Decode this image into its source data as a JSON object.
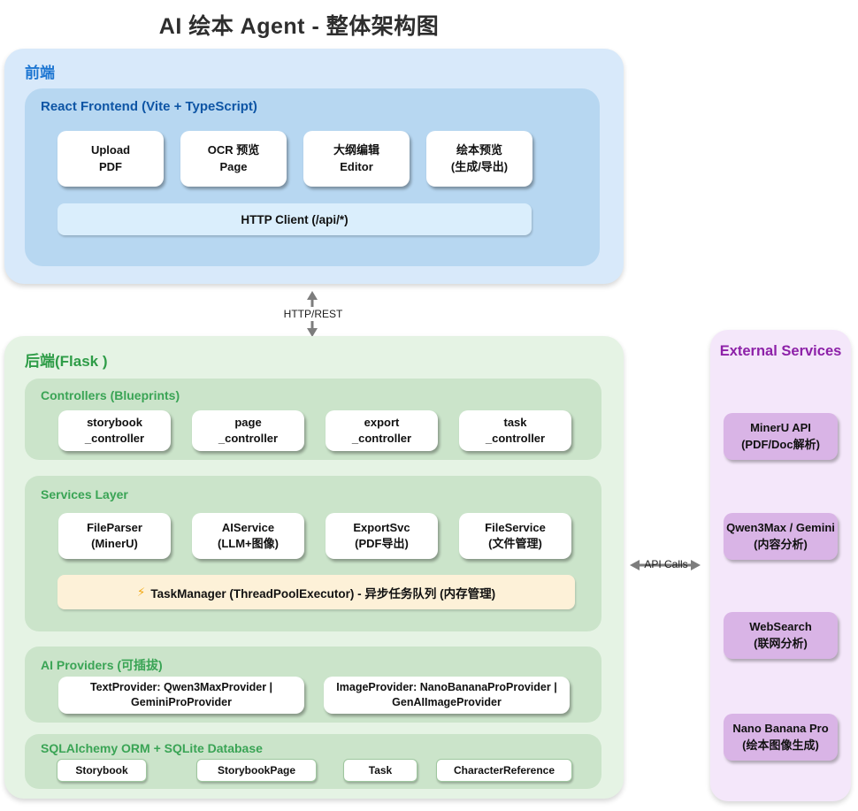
{
  "title": "AI 绘本 Agent - 整体架构图",
  "colors": {
    "frontend_panel": "#d8e9fa",
    "frontend_inner": "#b7d7f1",
    "frontend_accent": "#1d76d2",
    "backend_panel": "#e5f3e4",
    "backend_section": "#cbe4ca",
    "backend_accent": "#2e9c47",
    "task_manager_bg": "#fdf1d8",
    "external_panel": "#f4e7fa",
    "external_box": "#d9b4e6",
    "external_accent": "#8d21a8",
    "arrow": "#7d7d7d"
  },
  "frontend": {
    "label": "前端",
    "inner_label": "React Frontend (Vite + TypeScript)",
    "boxes": [
      "Upload\nPDF",
      "OCR 预览\nPage",
      "大纲编辑\nEditor",
      "绘本预览\n(生成/导出)"
    ],
    "http_client": "HTTP Client (/api/*)"
  },
  "connectors": {
    "frontend_backend": "HTTP/REST",
    "backend_external": "API Calls"
  },
  "backend": {
    "label": "后端(Flask )",
    "controllers": {
      "label": "Controllers (Blueprints)",
      "boxes": [
        "storybook\n_controller",
        "page\n_controller",
        "export\n_controller",
        "task\n_controller"
      ]
    },
    "services": {
      "label": "Services Layer",
      "boxes": [
        "FileParser\n(MinerU)",
        "AIService\n(LLM+图像)",
        "ExportSvc\n(PDF导出)",
        "FileService\n(文件管理)"
      ],
      "task_manager_icon": "⚡",
      "task_manager": "TaskManager (ThreadPoolExecutor) - 异步任务队列 (内存管理)"
    },
    "providers": {
      "label": "AI Providers (可插拔)",
      "boxes": [
        "TextProvider: Qwen3MaxProvider |\nGeminiProProvider",
        "ImageProvider: NanoBananaProProvider |\nGenAIImageProvider"
      ]
    },
    "database": {
      "label": "SQLAlchemy ORM + SQLite Database",
      "boxes": [
        "Storybook",
        "StorybookPage",
        "Task",
        "CharacterReference"
      ]
    }
  },
  "external": {
    "label": "External Services",
    "boxes": [
      "MinerU API\n(PDF/Doc解析)",
      "Qwen3Max / Gemini\n(内容分析)",
      "WebSearch\n(联网分析)",
      "Nano Banana Pro\n(绘本图像生成)"
    ]
  }
}
